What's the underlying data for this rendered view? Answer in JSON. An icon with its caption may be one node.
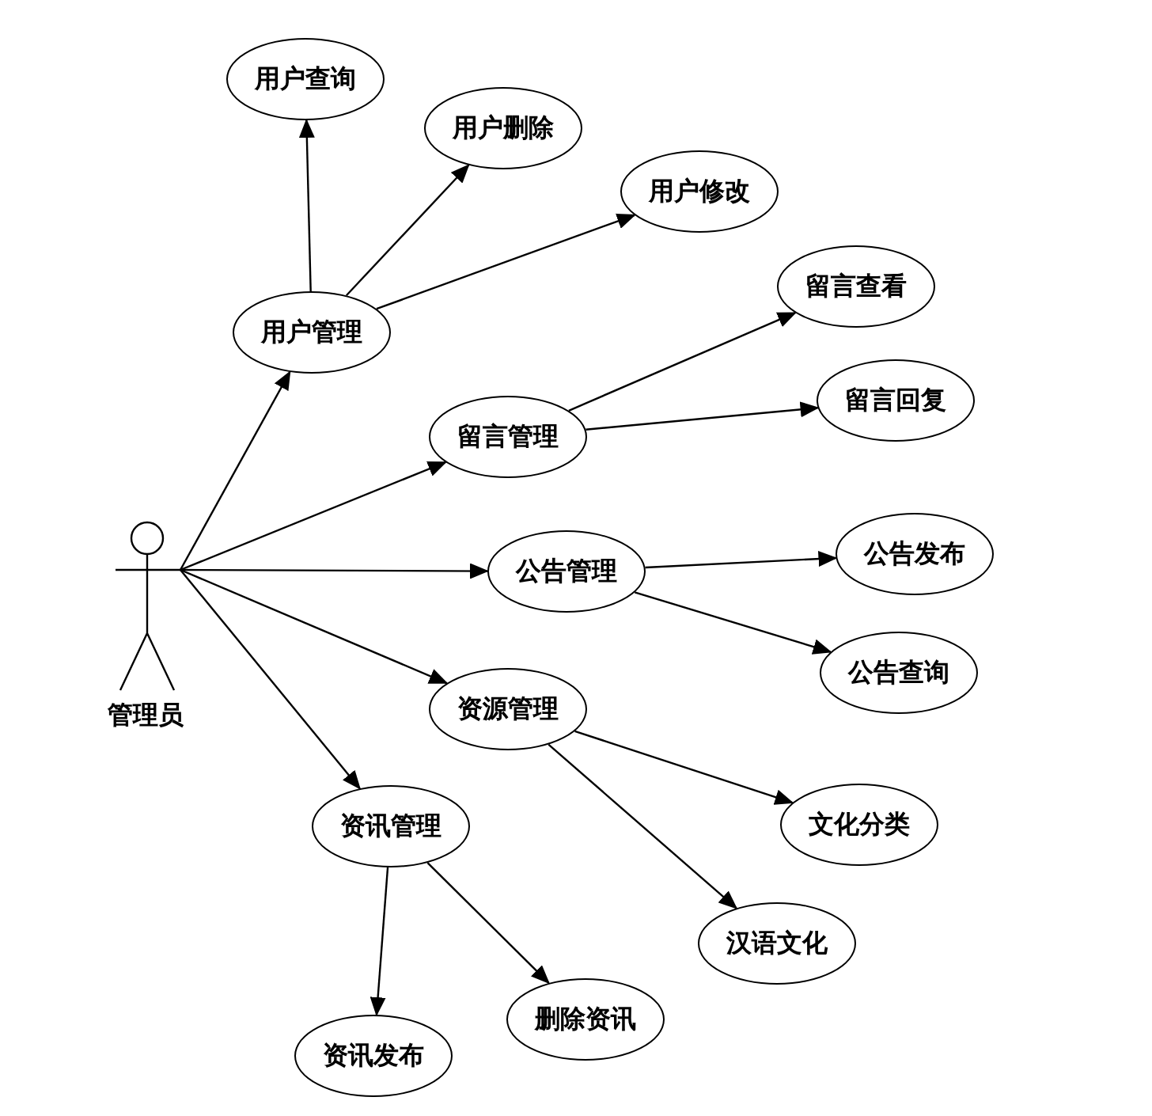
{
  "diagram": {
    "nodes": [
      {
        "text": [
          "管理员"
        ]
      },
      {
        "text": [
          "用户管理"
        ]
      },
      {
        "text": [
          "用户查询"
        ]
      },
      {
        "text": [
          "用户删除"
        ]
      },
      {
        "text": [
          "用户修改"
        ]
      },
      {
        "text": [
          "留言管理"
        ]
      },
      {
        "text": [
          "留言查看"
        ]
      },
      {
        "text": [
          "留言回复"
        ]
      },
      {
        "text": [
          "公告管理"
        ]
      },
      {
        "text": [
          "公告发布"
        ]
      },
      {
        "text": [
          "公告查询"
        ]
      },
      {
        "text": [
          "资源管理"
        ]
      },
      {
        "text": [
          "文化分类"
        ]
      },
      {
        "text": [
          "汉语文化"
        ]
      },
      {
        "text": [
          "资讯管理"
        ]
      },
      {
        "text": [
          "资讯发布"
        ]
      },
      {
        "text": [
          "删除资讯"
        ]
      }
    ],
    "edges": [
      {
        "from": 0,
        "to": 1,
        "arrow": "to"
      },
      {
        "from": 0,
        "to": 5,
        "arrow": "to"
      },
      {
        "from": 0,
        "to": 8,
        "arrow": "to"
      },
      {
        "from": 0,
        "to": 11,
        "arrow": "to"
      },
      {
        "from": 0,
        "to": 14,
        "arrow": "to"
      },
      {
        "from": 1,
        "to": 2,
        "arrow": "to"
      },
      {
        "from": 1,
        "to": 3,
        "arrow": "to"
      },
      {
        "from": 1,
        "to": 4,
        "arrow": "to"
      },
      {
        "from": 5,
        "to": 6,
        "arrow": "to"
      },
      {
        "from": 5,
        "to": 7,
        "arrow": "to"
      },
      {
        "from": 8,
        "to": 9,
        "arrow": "to"
      },
      {
        "from": 8,
        "to": 10,
        "arrow": "to"
      },
      {
        "from": 11,
        "to": 12,
        "arrow": "to"
      },
      {
        "from": 11,
        "to": 13,
        "arrow": "to"
      },
      {
        "from": 14,
        "to": 15,
        "arrow": "to"
      },
      {
        "from": 14,
        "to": 16,
        "arrow": "to"
      }
    ]
  }
}
